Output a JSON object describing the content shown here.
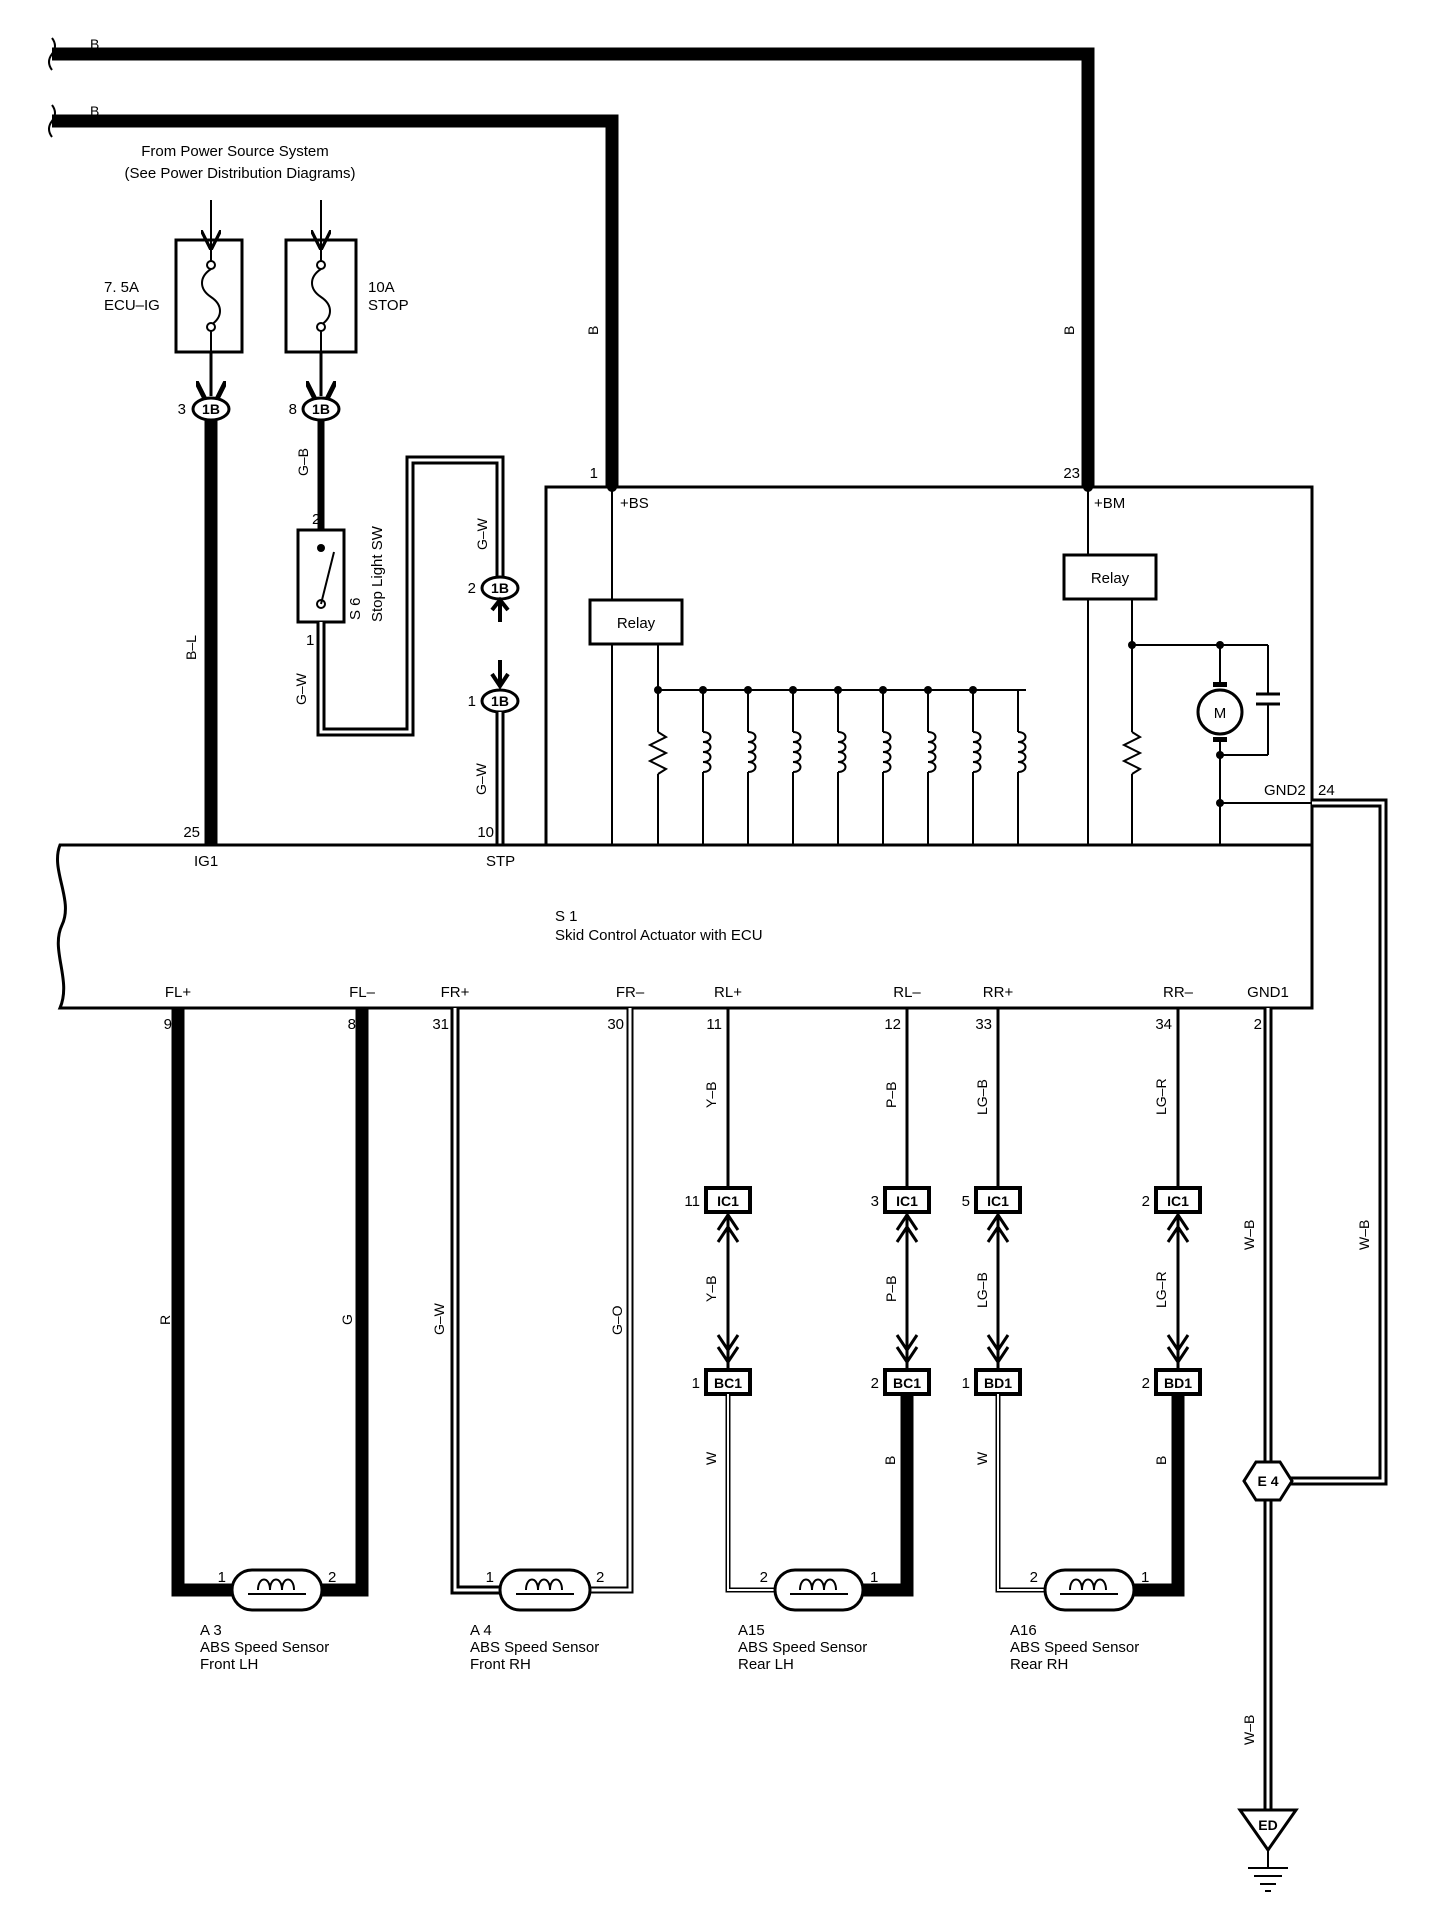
{
  "power": {
    "line_b_top": "B",
    "line_b_second": "B",
    "source_line1": "From Power Source System",
    "source_line2": "(See Power Distribution Diagrams)",
    "fuse1_amp": "7. 5A",
    "fuse1_name": "ECU–IG",
    "fuse2_amp": "10A",
    "fuse2_name": "STOP"
  },
  "junctions": {
    "j1b_pin3": "3",
    "j1b_pin8": "8",
    "j1b_pin2": "2",
    "j1b_pin1": "1",
    "j1b": "1B"
  },
  "wires": {
    "b_left": "B",
    "b_right": "B",
    "g_b": "G–B",
    "b_l": "B–L",
    "g_w_sw": "G–W",
    "g_w_upper": "G–W",
    "g_w_lower": "G–W",
    "r": "R",
    "g": "G",
    "g_w_fr": "G–W",
    "g_o": "G–O",
    "y_b1": "Y–B",
    "y_b2": "Y–B",
    "p_b1": "P–B",
    "p_b2": "P–B",
    "lg_b1": "LG–B",
    "lg_b2": "LG–B",
    "lg_r1": "LG–R",
    "lg_r2": "LG–R",
    "w_rl": "W",
    "b_rl": "B",
    "w_rr": "W",
    "b_rr": "B",
    "w_b_gnd1": "W–B",
    "w_b_gnd2": "W–B",
    "w_b_ground": "W–B"
  },
  "stop_switch": {
    "pin2": "2",
    "pin1": "1",
    "code": "S 6",
    "name": "Stop Light SW"
  },
  "ecu": {
    "code": "S 1",
    "name": "Skid Control Actuator with ECU",
    "pin_bs_num": "1",
    "pin_bs": "+BS",
    "pin_bm_num": "23",
    "pin_bm": "+BM",
    "relay1": "Relay",
    "relay2": "Relay",
    "motor": "M",
    "gnd2": "GND2",
    "gnd2_num": "24",
    "ig1_num": "25",
    "ig1": "IG1",
    "stp_num": "10",
    "stp": "STP",
    "bottom_pins": [
      {
        "name": "FL+",
        "num": "9"
      },
      {
        "name": "FL–",
        "num": "8"
      },
      {
        "name": "FR+",
        "num": "31"
      },
      {
        "name": "FR–",
        "num": "30"
      },
      {
        "name": "RL+",
        "num": "11"
      },
      {
        "name": "RL–",
        "num": "12"
      },
      {
        "name": "RR+",
        "num": "33"
      },
      {
        "name": "RR–",
        "num": "34"
      },
      {
        "name": "GND1",
        "num": "2"
      }
    ]
  },
  "connectors": {
    "ic1": "IC1",
    "bc1": "BC1",
    "bd1": "BD1",
    "ic1_pins": [
      "11",
      "3",
      "5",
      "2"
    ],
    "bx_pins": [
      "1",
      "2",
      "1",
      "2"
    ]
  },
  "sensors": [
    {
      "code": "A 3",
      "line1": "ABS Speed Sensor",
      "line2": "Front LH",
      "pin1": "1",
      "pin2": "2"
    },
    {
      "code": "A 4",
      "line1": "ABS Speed Sensor",
      "line2": "Front RH",
      "pin1": "1",
      "pin2": "2"
    },
    {
      "code": "A15",
      "line1": "ABS Speed Sensor",
      "line2": "Rear LH",
      "pin1": "2",
      "pin2": "1"
    },
    {
      "code": "A16",
      "line1": "ABS Speed Sensor",
      "line2": "Rear RH",
      "pin1": "2",
      "pin2": "1"
    }
  ],
  "ground": {
    "e4": "E 4",
    "ed": "ED"
  }
}
